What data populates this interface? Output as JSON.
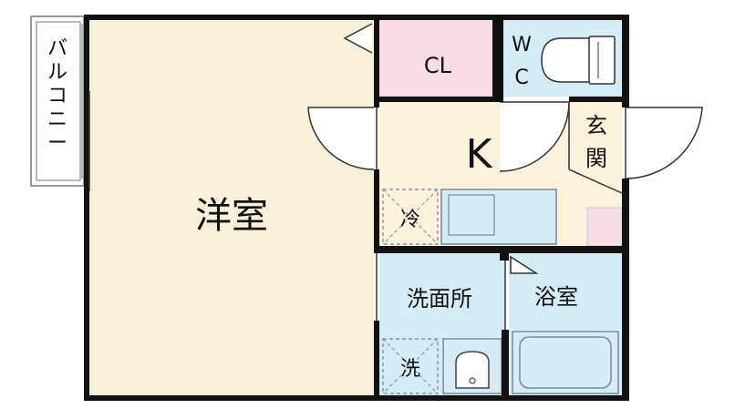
{
  "floor_plan": {
    "rooms": {
      "western_room": {
        "label": "洋室",
        "color": "#f8f0d8"
      },
      "kitchen": {
        "label": "K",
        "color": "#fbf1dc"
      },
      "closet": {
        "label": "CL",
        "color": "#f8dce6"
      },
      "toilet": {
        "label_line1": "W",
        "label_line2": "C",
        "color": "#d5ebf6"
      },
      "entrance": {
        "label_line1": "玄",
        "label_line2": "関",
        "color": "#fbf1dc"
      },
      "washroom": {
        "label": "洗面所",
        "color": "#d5ebf6"
      },
      "bathroom": {
        "label": "浴室",
        "color": "#d5ebf6"
      }
    },
    "balcony": {
      "label_chars": [
        "バ",
        "ル",
        "コ",
        "ニ",
        "ー"
      ]
    },
    "fixtures": {
      "fridge_space": {
        "label": "冷"
      },
      "washer_space": {
        "label": "洗"
      }
    },
    "colors": {
      "wall": "#111111",
      "fixture_outline": "#7a8a95",
      "entrance_accent": "#f8dce6"
    }
  }
}
